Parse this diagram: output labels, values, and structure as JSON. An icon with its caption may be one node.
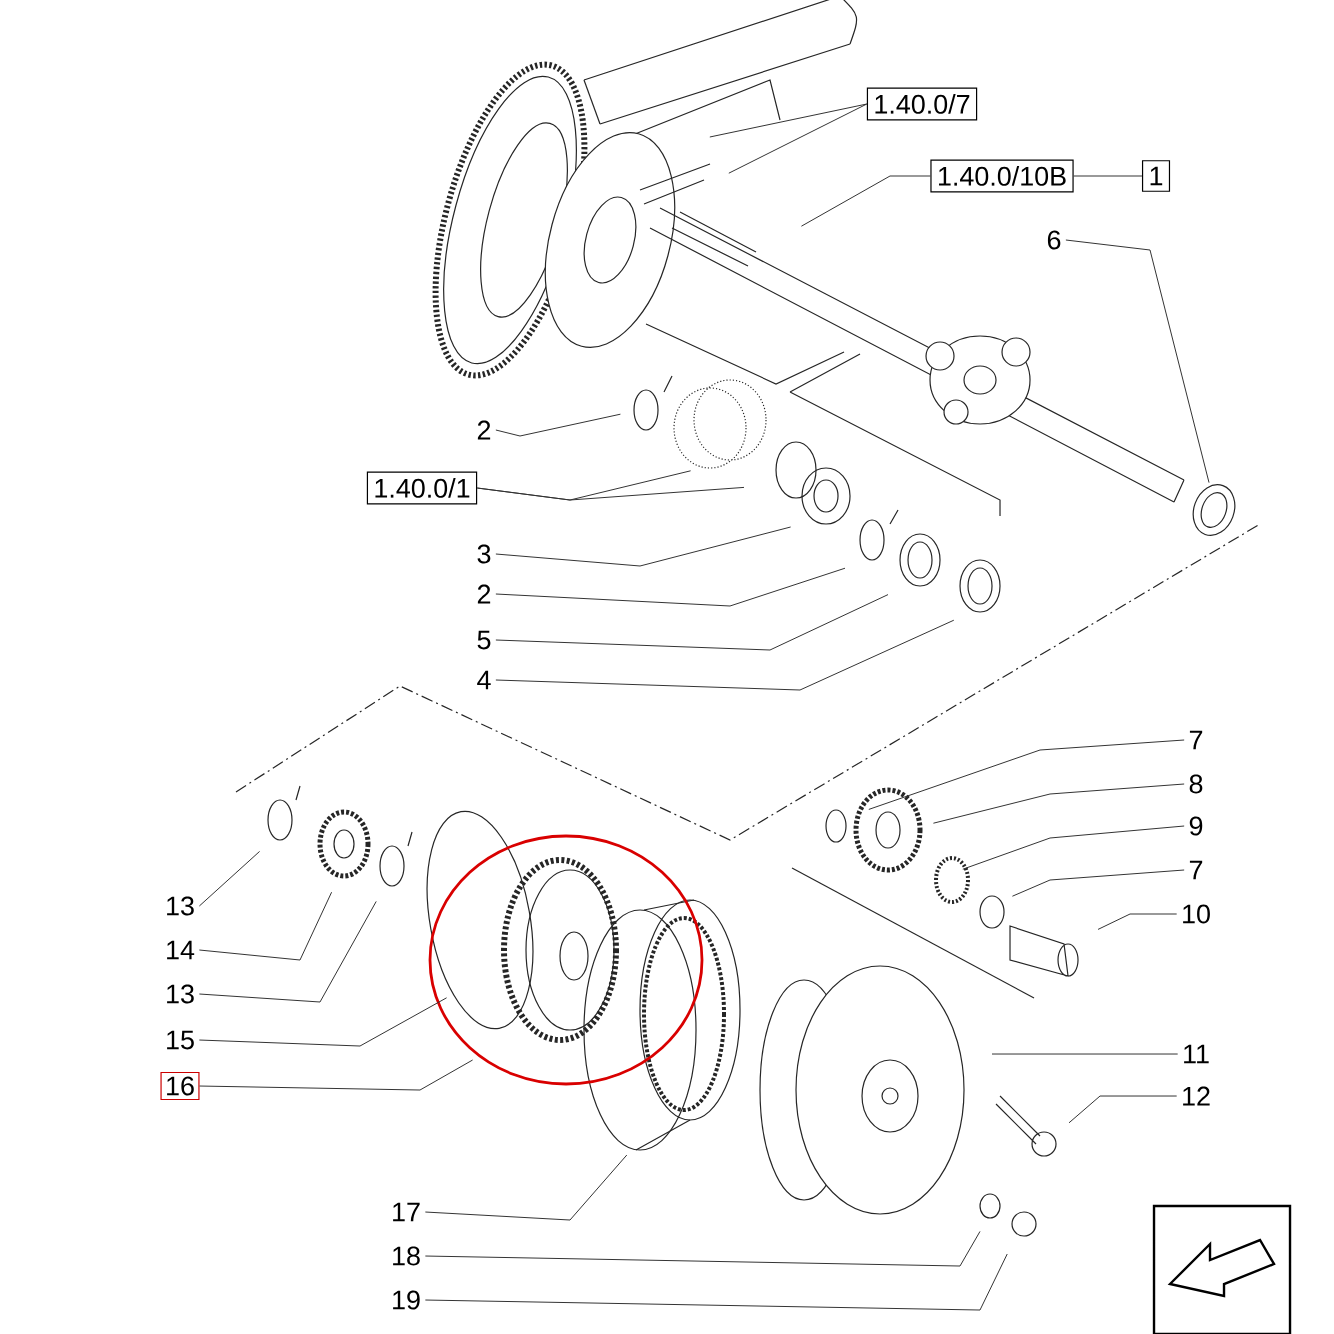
{
  "diagram": {
    "nodes": [
      {
        "text": [
          "1.40.0/7"
        ]
      },
      {
        "text": [
          "1.40.0/10B"
        ]
      },
      {
        "text": [
          "1"
        ]
      },
      {
        "text": [
          "6"
        ]
      },
      {
        "text": [
          "2"
        ]
      },
      {
        "text": [
          "1.40.0/1"
        ]
      },
      {
        "text": [
          "3"
        ]
      },
      {
        "text": [
          "2"
        ]
      },
      {
        "text": [
          "5"
        ]
      },
      {
        "text": [
          "4"
        ]
      },
      {
        "text": [
          "7"
        ]
      },
      {
        "text": [
          "8"
        ]
      },
      {
        "text": [
          "9"
        ]
      },
      {
        "text": [
          "7"
        ]
      },
      {
        "text": [
          "10"
        ]
      },
      {
        "text": [
          "11"
        ]
      },
      {
        "text": [
          "12"
        ]
      },
      {
        "text": [
          "13"
        ]
      },
      {
        "text": [
          "14"
        ]
      },
      {
        "text": [
          "13"
        ]
      },
      {
        "text": [
          "15"
        ]
      },
      {
        "text": [
          "16"
        ]
      },
      {
        "text": [
          "17"
        ]
      },
      {
        "text": [
          "18"
        ]
      },
      {
        "text": [
          "19"
        ]
      }
    ],
    "edges": [
      {
        "from": 0,
        "to": null,
        "arrow": "none"
      },
      {
        "from": 0,
        "to": null,
        "arrow": "none"
      },
      {
        "from": 1,
        "to": null,
        "arrow": "none"
      },
      {
        "from": 1,
        "to": 2,
        "arrow": "none"
      },
      {
        "from": 3,
        "to": null,
        "arrow": "none"
      },
      {
        "from": 4,
        "to": null,
        "arrow": "none"
      },
      {
        "from": 5,
        "to": null,
        "arrow": "none"
      },
      {
        "from": 5,
        "to": null,
        "arrow": "none"
      },
      {
        "from": 6,
        "to": null,
        "arrow": "none"
      },
      {
        "from": 7,
        "to": null,
        "arrow": "none"
      },
      {
        "from": 8,
        "to": null,
        "arrow": "none"
      },
      {
        "from": 9,
        "to": null,
        "arrow": "none"
      },
      {
        "from": 10,
        "to": null,
        "arrow": "none"
      },
      {
        "from": 11,
        "to": null,
        "arrow": "none"
      },
      {
        "from": 12,
        "to": null,
        "arrow": "none"
      },
      {
        "from": 13,
        "to": null,
        "arrow": "none"
      },
      {
        "from": 14,
        "to": null,
        "arrow": "none"
      },
      {
        "from": 15,
        "to": null,
        "arrow": "none"
      },
      {
        "from": 16,
        "to": null,
        "arrow": "none"
      },
      {
        "from": 17,
        "to": null,
        "arrow": "none"
      },
      {
        "from": 18,
        "to": null,
        "arrow": "none"
      },
      {
        "from": 19,
        "to": null,
        "arrow": "none"
      },
      {
        "from": 20,
        "to": null,
        "arrow": "none"
      },
      {
        "from": 21,
        "to": null,
        "arrow": "none"
      },
      {
        "from": 22,
        "to": null,
        "arrow": "none"
      },
      {
        "from": 23,
        "to": null,
        "arrow": "none"
      },
      {
        "from": 24,
        "to": null,
        "arrow": "none"
      }
    ]
  }
}
